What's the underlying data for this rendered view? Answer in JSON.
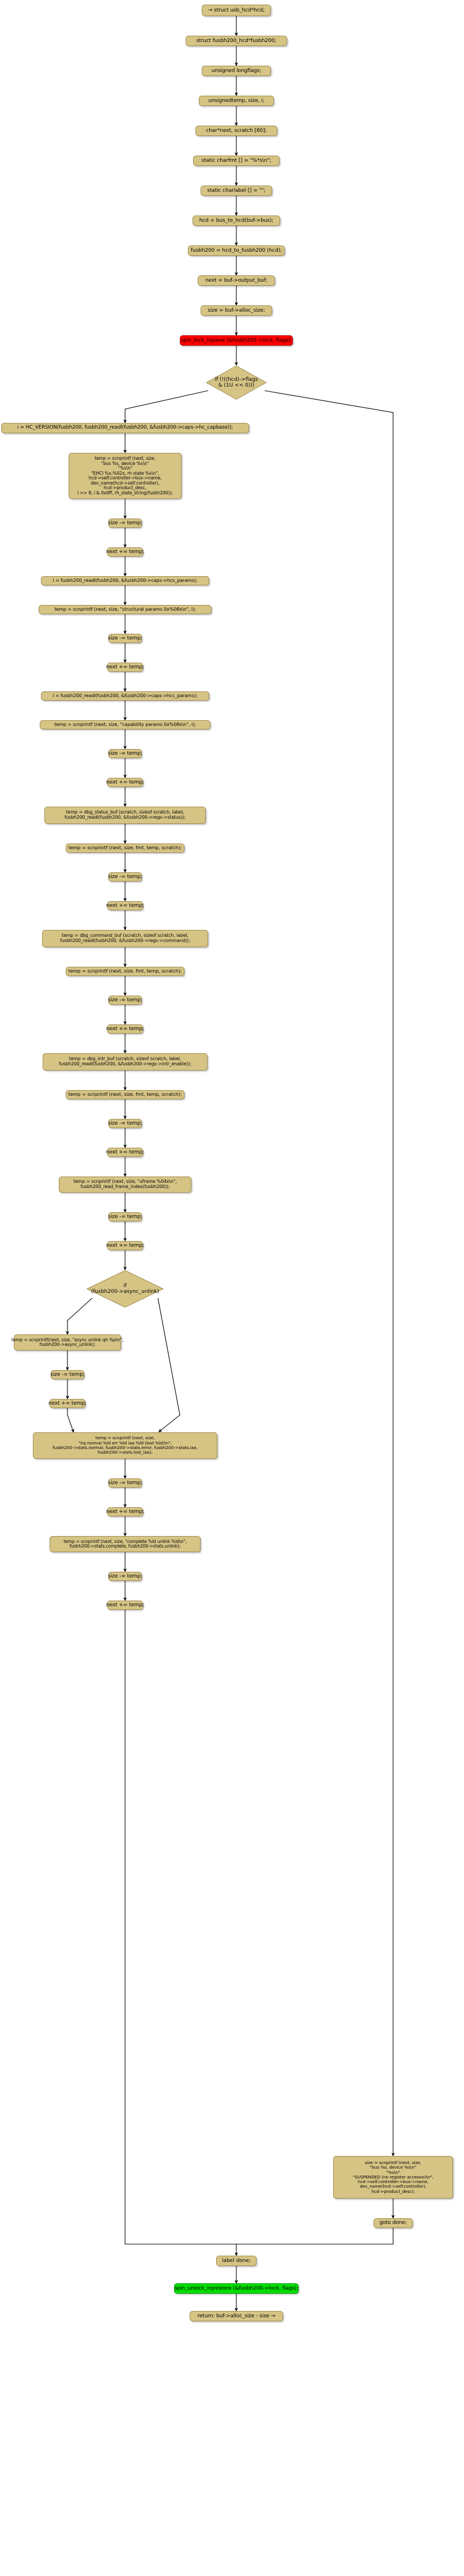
{
  "diagram": {
    "type": "activity-flowchart",
    "title": "fusbh200 hcd debug registers flow",
    "colors": {
      "node_fill": "#D6C485",
      "node_border": "#A08C50",
      "critical_fill": "#FF0000",
      "exit_fill": "#00DD00",
      "edge": "#000000",
      "background": "#FFFFFF"
    }
  },
  "nodes": [
    {
      "id": "n1",
      "kind": "process",
      "text": "→ struct usb_hcd*hcd;"
    },
    {
      "id": "n2",
      "kind": "process",
      "text": "struct fusbh200_hcd*fusbh200;"
    },
    {
      "id": "n3",
      "kind": "process",
      "text": "unsigned longflags;"
    },
    {
      "id": "n4",
      "kind": "process",
      "text": "unsignedtemp, size, i;"
    },
    {
      "id": "n5",
      "kind": "process",
      "text": "char*next, scratch [80];"
    },
    {
      "id": "n6",
      "kind": "process",
      "text": "static charfmt [] = \"%*s\\n\";"
    },
    {
      "id": "n7",
      "kind": "process",
      "text": "static charlabel [] = \"\";"
    },
    {
      "id": "n8",
      "kind": "process",
      "text": "hcd = bus_to_hcd(buf->bus);"
    },
    {
      "id": "n9",
      "kind": "process",
      "text": "fusbh200 = hcd_to_fusbh200 (hcd);"
    },
    {
      "id": "n10",
      "kind": "process",
      "text": "next = buf->output_buf;"
    },
    {
      "id": "n11",
      "kind": "process",
      "text": "size = buf->alloc_size;"
    },
    {
      "id": "n12",
      "kind": "critical",
      "text": "spin_lock_irqsave (&fusbh200->lock, flags);"
    },
    {
      "id": "n13",
      "kind": "decision",
      "text": "if (!((hcd)->flags\n& (1U << 0)))"
    },
    {
      "id": "n14",
      "kind": "process",
      "text": "i = HC_VERSION(fusbh200, fusbh200_readl(fusbh200, &fusbh200->caps->hc_capbase));"
    },
    {
      "id": "n15",
      "kind": "process",
      "text": "temp = scnprintf (next, size,\n\"bus %s, device %s\\n\"\n\"%s\\n\"\n\"EHCI %x.%02x, rh state %s\\n\",\nhcd->self.controller->bus->name,\ndev_name(hcd->self.controller),\nhcd->product_desc,\ni >> 8, i & 0x0ff, rh_state_string(fusbh200));"
    },
    {
      "id": "n16",
      "kind": "process",
      "text": "size -= temp;"
    },
    {
      "id": "n17",
      "kind": "process",
      "text": "next += temp;"
    },
    {
      "id": "n18",
      "kind": "process",
      "text": "i = fusbh200_readl(fusbh200, &fusbh200->caps->hcs_params);"
    },
    {
      "id": "n19",
      "kind": "process",
      "text": "temp = scnprintf (next, size, \"structural params 0x%08x\\n\", i);"
    },
    {
      "id": "n20",
      "kind": "process",
      "text": "size -= temp;"
    },
    {
      "id": "n21",
      "kind": "process",
      "text": "next += temp;"
    },
    {
      "id": "n22",
      "kind": "process",
      "text": "i = fusbh200_readl(fusbh200, &fusbh200->caps->hcc_params);"
    },
    {
      "id": "n23",
      "kind": "process",
      "text": "temp = scnprintf (next, size, \"capability params 0x%08x\\n\", i);"
    },
    {
      "id": "n24",
      "kind": "process",
      "text": "size -= temp;"
    },
    {
      "id": "n25",
      "kind": "process",
      "text": "next += temp;"
    },
    {
      "id": "n26",
      "kind": "process",
      "text": "temp = dbg_status_buf (scratch, sizeof scratch, label,\nfusbh200_readl(fusbh200, &fusbh200->regs->status));"
    },
    {
      "id": "n27",
      "kind": "process",
      "text": "temp = scnprintf (next, size, fmt, temp, scratch);"
    },
    {
      "id": "n28",
      "kind": "process",
      "text": "size -= temp;"
    },
    {
      "id": "n29",
      "kind": "process",
      "text": "next += temp;"
    },
    {
      "id": "n30",
      "kind": "process",
      "text": "temp = dbg_command_buf (scratch, sizeof scratch, label,\nfusbh200_readl(fusbh200, &fusbh200->regs->command));"
    },
    {
      "id": "n31",
      "kind": "process",
      "text": "temp = scnprintf (next, size, fmt, temp, scratch);"
    },
    {
      "id": "n32",
      "kind": "process",
      "text": "size -= temp;"
    },
    {
      "id": "n33",
      "kind": "process",
      "text": "next += temp;"
    },
    {
      "id": "n34",
      "kind": "process",
      "text": "temp = dbg_intr_buf (scratch, sizeof scratch, label,\nfusbh200_readl(fusbh200, &fusbh200->regs->intr_enable));"
    },
    {
      "id": "n35",
      "kind": "process",
      "text": "temp = scnprintf (next, size, fmt, temp, scratch);"
    },
    {
      "id": "n36",
      "kind": "process",
      "text": "size -= temp;"
    },
    {
      "id": "n37",
      "kind": "process",
      "text": "next += temp;"
    },
    {
      "id": "n38",
      "kind": "process",
      "text": "temp = scnprintf (next, size, \"uframe %04x\\n\",\nfusbh200_read_frame_index(fusbh200));"
    },
    {
      "id": "n39",
      "kind": "process",
      "text": "size -= temp;"
    },
    {
      "id": "n40",
      "kind": "process",
      "text": "next += temp;"
    },
    {
      "id": "n41",
      "kind": "decision",
      "text": "if\n(fusbh200->async_unlink)"
    },
    {
      "id": "n42",
      "kind": "process",
      "text": "temp = scnprintf(next, size, \"async unlink qh %p\\n\",\nfusbh200->async_unlink);"
    },
    {
      "id": "n43",
      "kind": "process",
      "text": "size -= temp;"
    },
    {
      "id": "n44",
      "kind": "process",
      "text": "next += temp;"
    },
    {
      "id": "n45",
      "kind": "process",
      "text": "temp = scnprintf (next, size,\n\"irq normal %ld err %ld iaa %ld (lost %ld)\\n\",\nfusbh200->stats.normal, fusbh200->stats.error, fusbh200->stats.iaa,\nfusbh200->stats.lost_iaa);"
    },
    {
      "id": "n46",
      "kind": "process",
      "text": "size -= temp;"
    },
    {
      "id": "n47",
      "kind": "process",
      "text": "next += temp;"
    },
    {
      "id": "n48",
      "kind": "process",
      "text": "temp = scnprintf (next, size, \"complete %ld unlink %ld\\n\",\nfusbh200->stats.complete, fusbh200->stats.unlink);"
    },
    {
      "id": "n49",
      "kind": "process",
      "text": "size -= temp;"
    },
    {
      "id": "n50",
      "kind": "process",
      "text": "next += temp;"
    },
    {
      "id": "n51",
      "kind": "process",
      "text": "size = scnprintf (next, size,\n\"bus %s, device %s\\n\"\n\"%s\\n\"\n\"SUSPENDED (no register accessio)\\n\",\nhcd->self.controller->bus->name,\ndev_name(hcd->self.controller),\nhcd->product_desc);"
    },
    {
      "id": "n52",
      "kind": "process",
      "text": "goto done;"
    },
    {
      "id": "n53",
      "kind": "label",
      "text": "label done;"
    },
    {
      "id": "n54",
      "kind": "exit",
      "text": "spin_unlock_irqrestore (&fusbh200->lock, flags);"
    },
    {
      "id": "n55",
      "kind": "process",
      "text": "return: buf->alloc_size - size →"
    }
  ],
  "edges": [
    {
      "from": "n1",
      "to": "n2"
    },
    {
      "from": "n2",
      "to": "n3"
    },
    {
      "from": "n3",
      "to": "n4"
    },
    {
      "from": "n4",
      "to": "n5"
    },
    {
      "from": "n5",
      "to": "n6"
    },
    {
      "from": "n6",
      "to": "n7"
    },
    {
      "from": "n7",
      "to": "n8"
    },
    {
      "from": "n8",
      "to": "n9"
    },
    {
      "from": "n9",
      "to": "n10"
    },
    {
      "from": "n10",
      "to": "n11"
    },
    {
      "from": "n11",
      "to": "n12"
    },
    {
      "from": "n12",
      "to": "n13"
    },
    {
      "from": "n13",
      "to": "n14",
      "branch": "true"
    },
    {
      "from": "n13",
      "to": "n51",
      "branch": "false"
    },
    {
      "from": "n14",
      "to": "n15"
    },
    {
      "from": "n41",
      "to": "n42",
      "branch": "true"
    },
    {
      "from": "n41",
      "to": "n45",
      "branch": "false"
    },
    {
      "from": "n51",
      "to": "n52"
    },
    {
      "from": "n52",
      "to": "n53"
    },
    {
      "from": "n50",
      "to": "n53"
    },
    {
      "from": "n53",
      "to": "n54"
    },
    {
      "from": "n54",
      "to": "n55"
    }
  ]
}
